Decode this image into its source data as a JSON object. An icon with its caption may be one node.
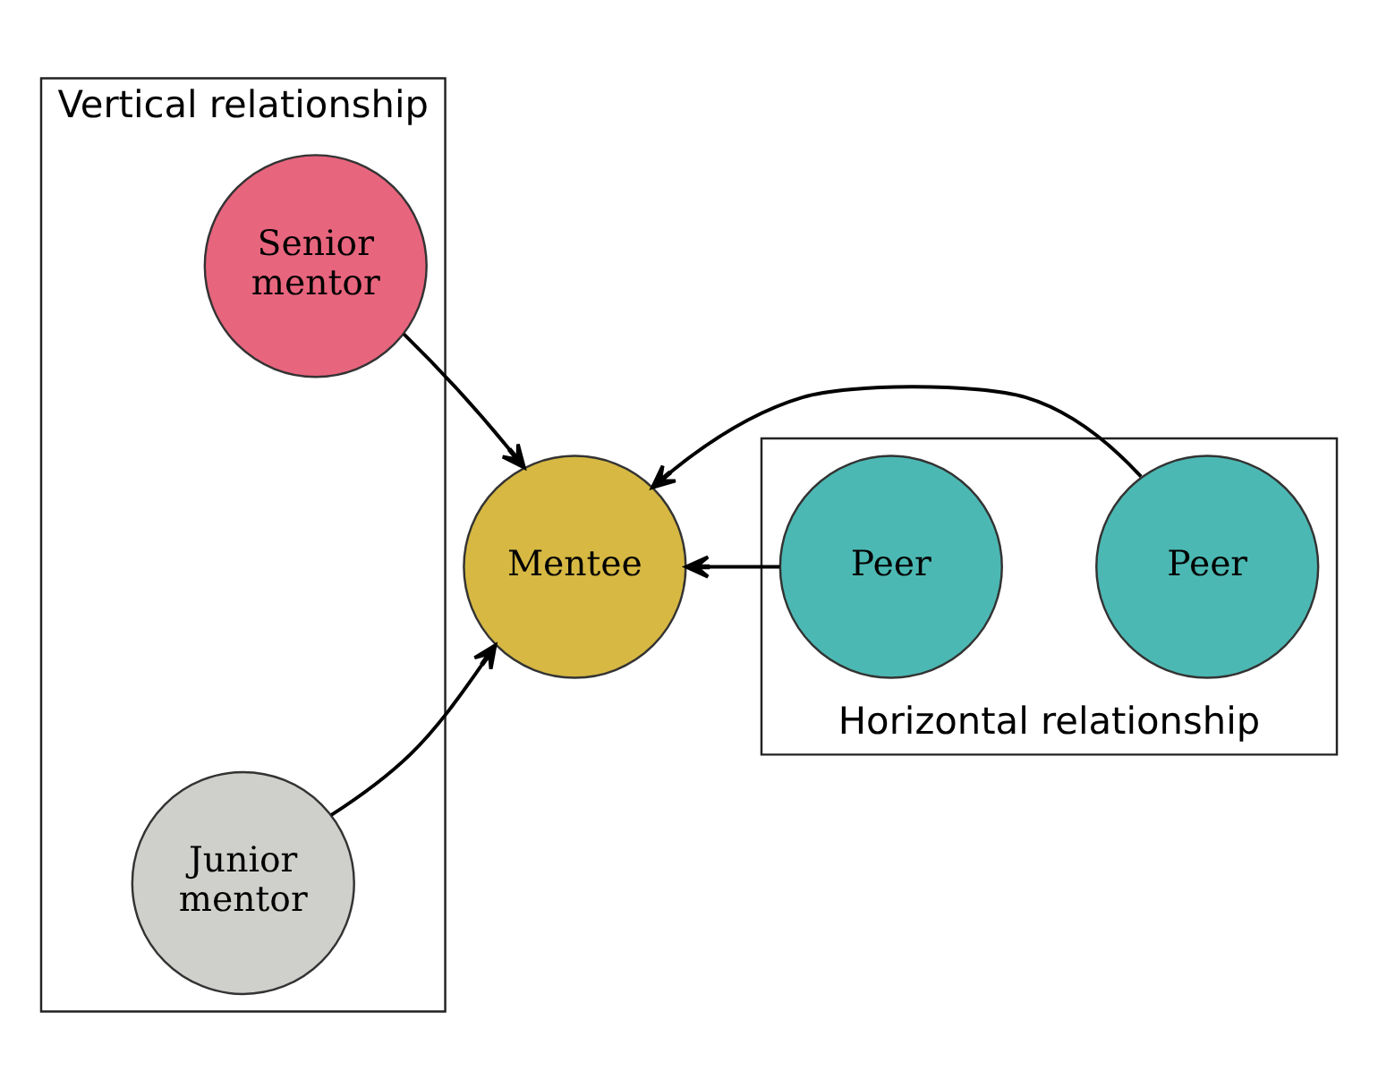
{
  "diagram": {
    "nodes": [
      {
        "text": [
          "Vertical relationship"
        ]
      },
      {
        "text": [
          "Senior mentor"
        ],
        "in": 0
      },
      {
        "text": [
          "Horizontal relationship"
        ]
      },
      {
        "text": [
          "Peer"
        ],
        "in": 2
      },
      {
        "text": [
          "Mentee"
        ]
      },
      {
        "text": [
          "Peer"
        ],
        "in": 2
      },
      {
        "text": [
          "Junior mentor"
        ],
        "in": 0
      }
    ],
    "edges": [
      {
        "from": 1,
        "to": 4,
        "arrow": "to"
      },
      {
        "from": 3,
        "to": 4,
        "arrow": "to"
      },
      {
        "from": 5,
        "to": 4,
        "arrow": "to"
      },
      {
        "from": 6,
        "to": 4,
        "arrow": "to"
      }
    ]
  }
}
